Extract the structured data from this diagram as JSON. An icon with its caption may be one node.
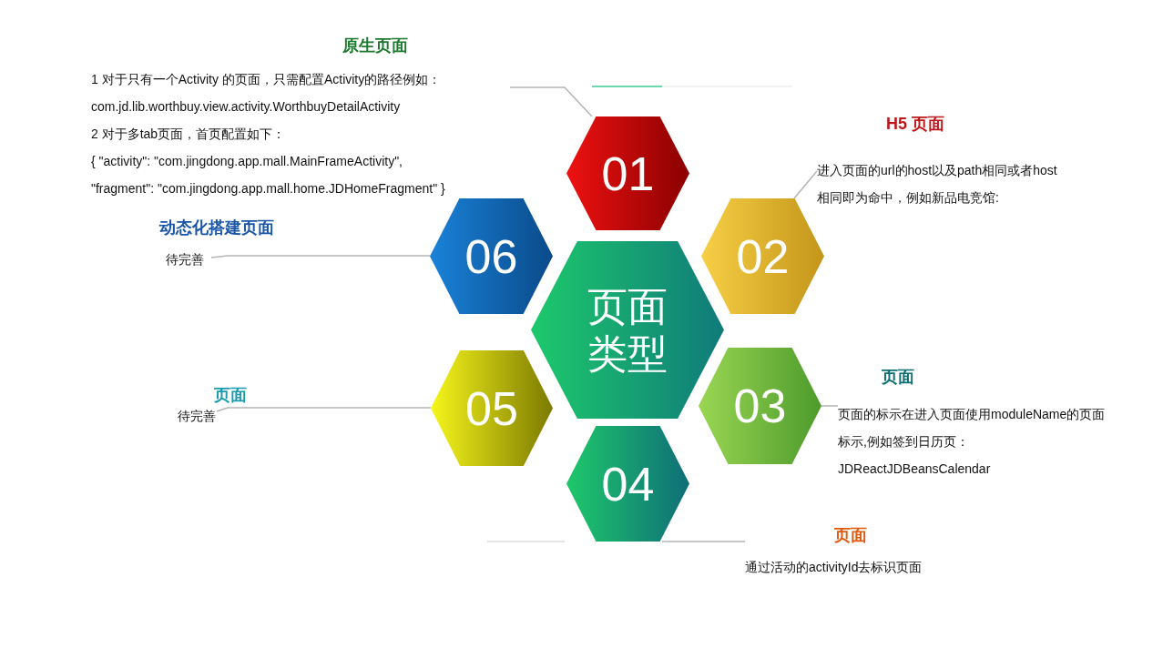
{
  "diagram": {
    "nodes": [
      {
        "text": [
          "页面类型"
        ]
      },
      {
        "text": [
          "01"
        ]
      },
      {
        "text": [
          "02"
        ]
      },
      {
        "text": [
          "03"
        ]
      },
      {
        "text": [
          "04"
        ]
      },
      {
        "text": [
          "05"
        ]
      },
      {
        "text": [
          "06"
        ]
      },
      {
        "text": [
          "原生页面",
          "1 对于只有一个Activity 的页面，只需配置Activity的路径例如：",
          "com.jd.lib.worthbuy.view.activity.WorthbuyDetailActivity",
          "2 对于多tab页面，首页配置如下：",
          "{ \"activity\": \"com.jingdong.app.mall.MainFrameActivity\",",
          "\"fragment\": \"com.jingdong.app.mall.home.JDHomeFragment\" }"
        ]
      },
      {
        "text": [
          "H5 页面",
          "进入页面的url的host以及path相同或者host 相同即为命中，例如新品电竞馆:"
        ]
      },
      {
        "text": [
          "页面",
          "页面的标示在进入页面使用moduleName的页面标示,例如签到日历页：",
          "JDReactJDBeansCalendar"
        ]
      },
      {
        "text": [
          "页面",
          "通过活动的activityId去标识页面"
        ]
      },
      {
        "text": [
          "页面",
          "待完善"
        ]
      },
      {
        "text": [
          "动态化搭建页面",
          "待完善"
        ]
      }
    ],
    "edges": [
      {
        "from": 1,
        "to": 7,
        "arrow": "none"
      },
      {
        "from": 2,
        "to": 8,
        "arrow": "none"
      },
      {
        "from": 3,
        "to": 9,
        "arrow": "none"
      },
      {
        "from": 4,
        "to": 10,
        "arrow": "none"
      },
      {
        "from": 5,
        "to": 11,
        "arrow": "none"
      },
      {
        "from": 6,
        "to": 12,
        "arrow": "none"
      }
    ]
  }
}
